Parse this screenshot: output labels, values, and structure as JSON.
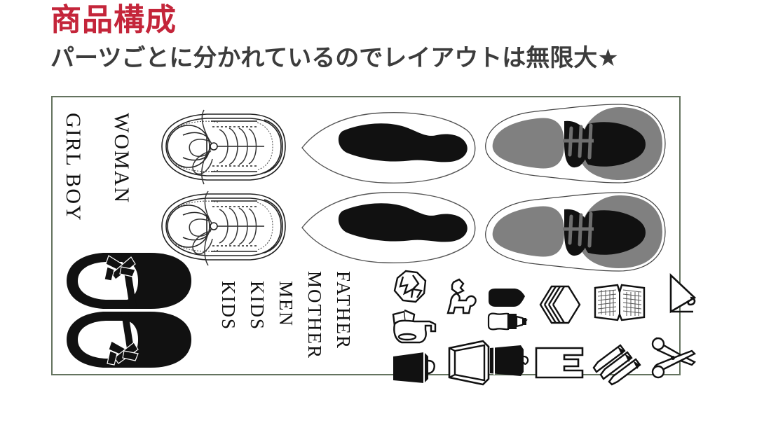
{
  "header": {
    "title": "商品構成",
    "subtitle": "パーツごとに分かれているのでレイアウトは無限大★",
    "title_color": "#c4253a",
    "subtitle_color": "#3c3c3c"
  },
  "sheet": {
    "border_color": "#64735f",
    "background": "#ffffff"
  },
  "labels": {
    "girl_boy": "GIRL BOY",
    "woman": "WOMAN",
    "father": "FATHER",
    "mother": "MOTHER",
    "men": "MEN",
    "kids_1": "KIDS",
    "kids_2": "KIDS"
  },
  "palette": {
    "black": "#111111",
    "gray": "#808080",
    "dark_gray": "#6f6f6f",
    "outline": "#222222",
    "light_outline": "#555555"
  },
  "artwork": {
    "sneakers": [
      "sneaker-top-view-1",
      "sneaker-top-view-2"
    ],
    "flats": [
      "pointed-flat-top-view-1",
      "pointed-flat-top-view-2"
    ],
    "dress_shoes": [
      "dress-shoe-top-view-1",
      "dress-shoe-top-view-2"
    ],
    "mary_janes": [
      "mary-jane-shoe-1",
      "mary-jane-shoe-2"
    ],
    "accessories": [
      "crumpled-paper-icon",
      "dog-figure-icon",
      "bottle-solid-icon",
      "stacked-books-icon",
      "open-notebook-icon",
      "hanger-icon",
      "spray-bottle-icon",
      "bottle-outline-icon",
      "bag-solid-icon",
      "open-frame-icon",
      "pouch-solid-icon",
      "clip-icon",
      "pencils-icon",
      "scissors-icon"
    ]
  }
}
